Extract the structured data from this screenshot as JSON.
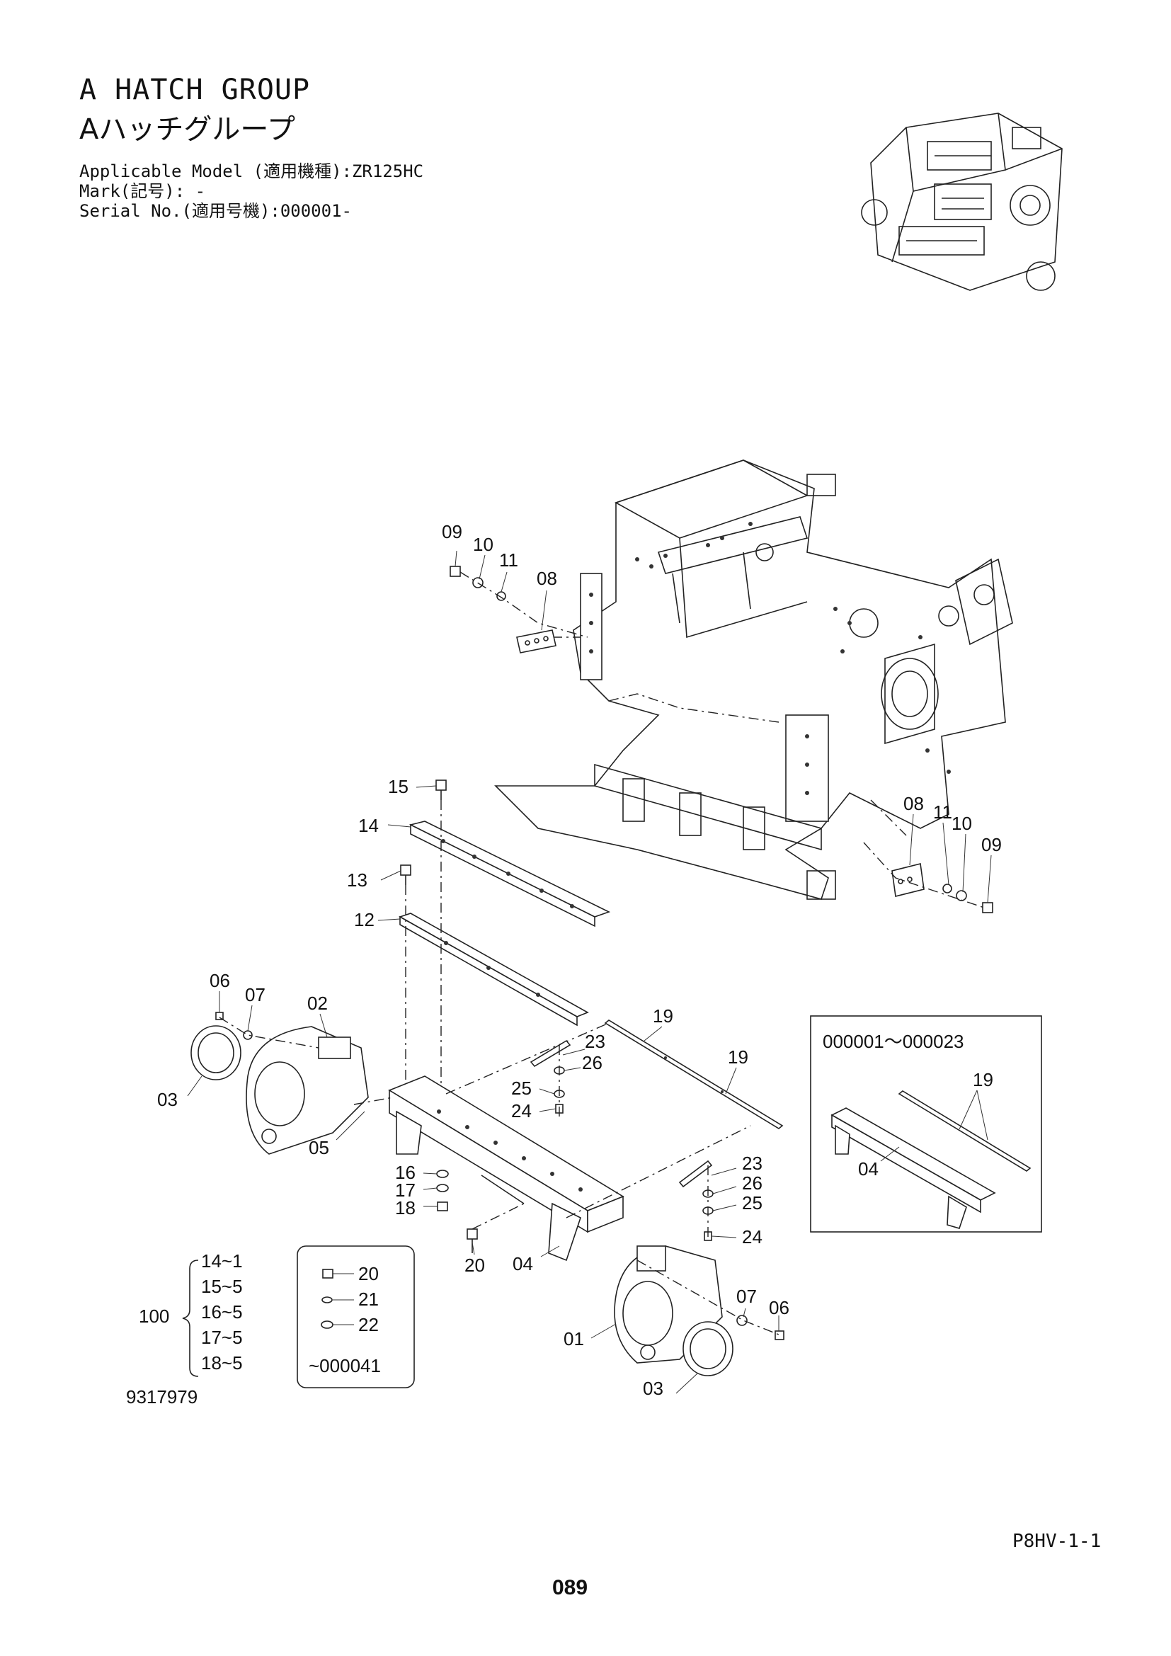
{
  "header": {
    "title_en": "A HATCH GROUP",
    "title_jp": "Aハッチグループ",
    "applicable_model": "Applicable Model (適用機種):ZR125HC",
    "mark": "Mark(記号): -",
    "serial_no": "Serial No.(適用号機):000001-"
  },
  "callouts": {
    "c09a": "09",
    "c10a": "10",
    "c11a": "11",
    "c08a": "08",
    "c08b": "08",
    "c11b": "11",
    "c10b": "10",
    "c09b": "09",
    "c15": "15",
    "c14": "14",
    "c13": "13",
    "c12": "12",
    "c06a": "06",
    "c07a": "07",
    "c02": "02",
    "c03a": "03",
    "c05": "05",
    "c19a": "19",
    "c19b": "19",
    "c23a": "23",
    "c26a": "26",
    "c25a": "25",
    "c24a": "24",
    "c16": "16",
    "c17": "17",
    "c18": "18",
    "c23b": "23",
    "c26b": "26",
    "c25b": "25",
    "c24b": "24",
    "c20a": "20",
    "c04a": "04",
    "c01": "01",
    "c07b": "07",
    "c06b": "06",
    "c03b": "03"
  },
  "inset": {
    "serial_range": "000001～000023",
    "c19": "19",
    "c04": "04"
  },
  "kit": {
    "number": "100",
    "items": [
      "14~1",
      "15~5",
      "16~5",
      "17~5",
      "18~5"
    ]
  },
  "option_box": {
    "items": [
      "20",
      "21",
      "22"
    ],
    "serial_range": "~000041"
  },
  "footer": {
    "doc_number": "9317979",
    "page_code": "P8HV-1-1",
    "page_number": "089"
  }
}
